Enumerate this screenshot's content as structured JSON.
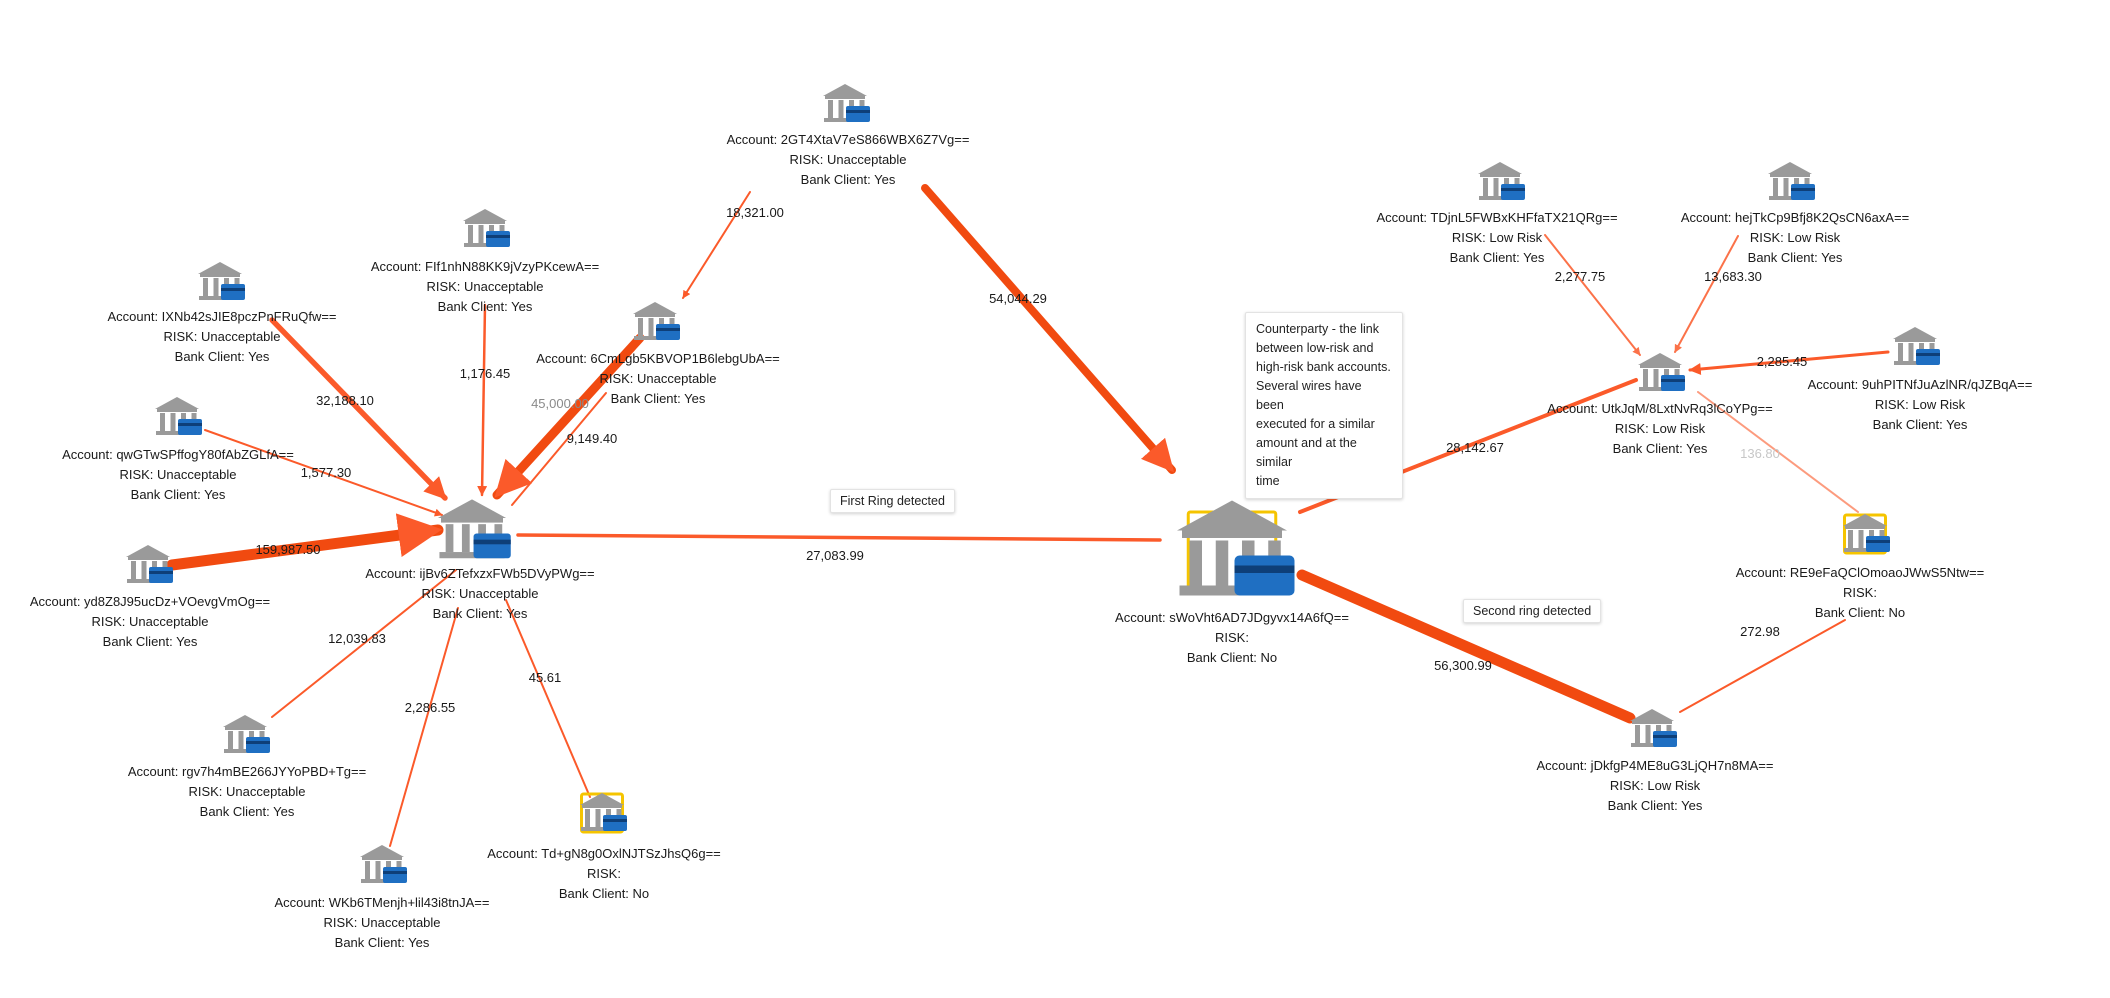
{
  "colors": {
    "edge": "#fb5a2a",
    "edge_heavy": "#f14a10",
    "highlight": "#f5c400",
    "bank": "#9a9a9a",
    "card": "#1f6fc2"
  },
  "icons": {
    "node": "bank-with-card-icon"
  },
  "nodes": [
    {
      "id": "hub1",
      "account": "Account: ijBv6ZTefxzxFWb5DVyPWg==",
      "risk": "RISK: Unacceptable",
      "client": "Bank Client: Yes",
      "highlight": false
    },
    {
      "id": "top",
      "account": "Account: 2GT4XtaV7eS866WBX6Z7Vg==",
      "risk": "RISK: Unacceptable",
      "client": "Bank Client: Yes",
      "highlight": false
    },
    {
      "id": "ff1",
      "account": "Account: FIf1nhN88KK9jVzyPKcewA==",
      "risk": "RISK: Unacceptable",
      "client": "Bank Client: Yes",
      "highlight": false
    },
    {
      "id": "ixn",
      "account": "Account: IXNb42sJIE8pczPnFRuQfw==",
      "risk": "RISK: Unacceptable",
      "client": "Bank Client: Yes",
      "highlight": false
    },
    {
      "id": "qwg",
      "account": "Account: qwGTwSPffogY80fAbZGLfA==",
      "risk": "RISK: Unacceptable",
      "client": "Bank Client: Yes",
      "highlight": false
    },
    {
      "id": "yd8",
      "account": "Account: yd8Z8J95ucDz+VOevgVmOg==",
      "risk": "RISK: Unacceptable",
      "client": "Bank Client: Yes",
      "highlight": false
    },
    {
      "id": "6cm",
      "account": "Account: 6CmLgb5KBVOP1B6lebgUbA==",
      "risk": "RISK: Unacceptable",
      "client": "Bank Client: Yes",
      "highlight": false
    },
    {
      "id": "rgv",
      "account": "Account: rgv7h4mBE266JYYoPBD+Tg==",
      "risk": "RISK: Unacceptable",
      "client": "Bank Client: Yes",
      "highlight": false
    },
    {
      "id": "wkb",
      "account": "Account: WKb6TMenjh+lil43i8tnJA==",
      "risk": "RISK: Unacceptable",
      "client": "Bank Client: Yes",
      "highlight": false
    },
    {
      "id": "tdg",
      "account": "Account: Td+gN8g0OxlNJTSzJhsQ6g==",
      "risk": "RISK:",
      "client": "Bank Client: No",
      "highlight": true
    },
    {
      "id": "cp",
      "account": "Account: sWoVht6AD7JDgyvx14A6fQ==",
      "risk": "RISK:",
      "client": "Bank Client: No",
      "highlight": true
    },
    {
      "id": "hub2",
      "account": "Account: UtkJqM/8LxtNvRq3lCoYPg==",
      "risk": "RISK: Low Risk",
      "client": "Bank Client: Yes",
      "highlight": false
    },
    {
      "id": "tdj",
      "account": "Account: TDjnL5FWBxKHFfaTX21QRg==",
      "risk": "RISK: Low Risk",
      "client": "Bank Client: Yes",
      "highlight": false
    },
    {
      "id": "hej",
      "account": "Account: hejTkCp9Bfj8K2QsCN6axA==",
      "risk": "RISK: Low Risk",
      "client": "Bank Client: Yes",
      "highlight": false
    },
    {
      "id": "9uh",
      "account": "Account: 9uhPITNfJuAzlNR/qJZBqA==",
      "risk": "RISK: Low Risk",
      "client": "Bank Client: Yes",
      "highlight": false
    },
    {
      "id": "re9",
      "account": "Account: RE9eFaQClOmoaoJWwS5Ntw==",
      "risk": "RISK:",
      "client": "Bank Client: No",
      "highlight": true
    },
    {
      "id": "jdk",
      "account": "Account: jDkfgP4ME8uG3LjQH7n8MA==",
      "risk": "RISK: Low Risk",
      "client": "Bank Client: Yes",
      "highlight": false
    }
  ],
  "edges": [
    {
      "from": "top",
      "to": "6cm",
      "amount": "18,321.00"
    },
    {
      "from": "top",
      "to": "cp",
      "amount": "54,044.29"
    },
    {
      "from": "ixn",
      "to": "hub1",
      "amount": "32,188.10"
    },
    {
      "from": "ff1",
      "to": "hub1",
      "amount": "1,176.45"
    },
    {
      "from": "6cm",
      "to": "hub1",
      "amount": "45,000.00"
    },
    {
      "from": "hub1",
      "to": "6cm",
      "amount": "9,149.40"
    },
    {
      "from": "qwg",
      "to": "hub1",
      "amount": "1,577.30"
    },
    {
      "from": "yd8",
      "to": "hub1",
      "amount": "159,987.50"
    },
    {
      "from": "hub1",
      "to": "rgv",
      "amount": "12,039.83"
    },
    {
      "from": "hub1",
      "to": "wkb",
      "amount": "2,286.55"
    },
    {
      "from": "hub1",
      "to": "tdg",
      "amount": "45.61"
    },
    {
      "from": "hub1",
      "to": "cp",
      "amount": "27,083.99"
    },
    {
      "from": "cp",
      "to": "hub2",
      "amount": "28,142.67"
    },
    {
      "from": "tdj",
      "to": "hub2",
      "amount": "2,277.75"
    },
    {
      "from": "hej",
      "to": "hub2",
      "amount": "13,683.30"
    },
    {
      "from": "9uh",
      "to": "hub2",
      "amount": "2,285.45"
    },
    {
      "from": "hub2",
      "to": "re9",
      "amount": "136.80"
    },
    {
      "from": "re9",
      "to": "jdk",
      "amount": "272.98"
    },
    {
      "from": "jdk",
      "to": "cp",
      "amount": "56,300.99"
    }
  ],
  "annotations": {
    "counterparty": [
      "Counterparty - the link",
      "between low-risk and",
      "high-risk bank accounts.",
      "Several wires have been",
      "executed for a similar",
      "amount and at the similar",
      "time"
    ],
    "first_ring": "First Ring detected",
    "second_ring": "Second ring detected"
  }
}
